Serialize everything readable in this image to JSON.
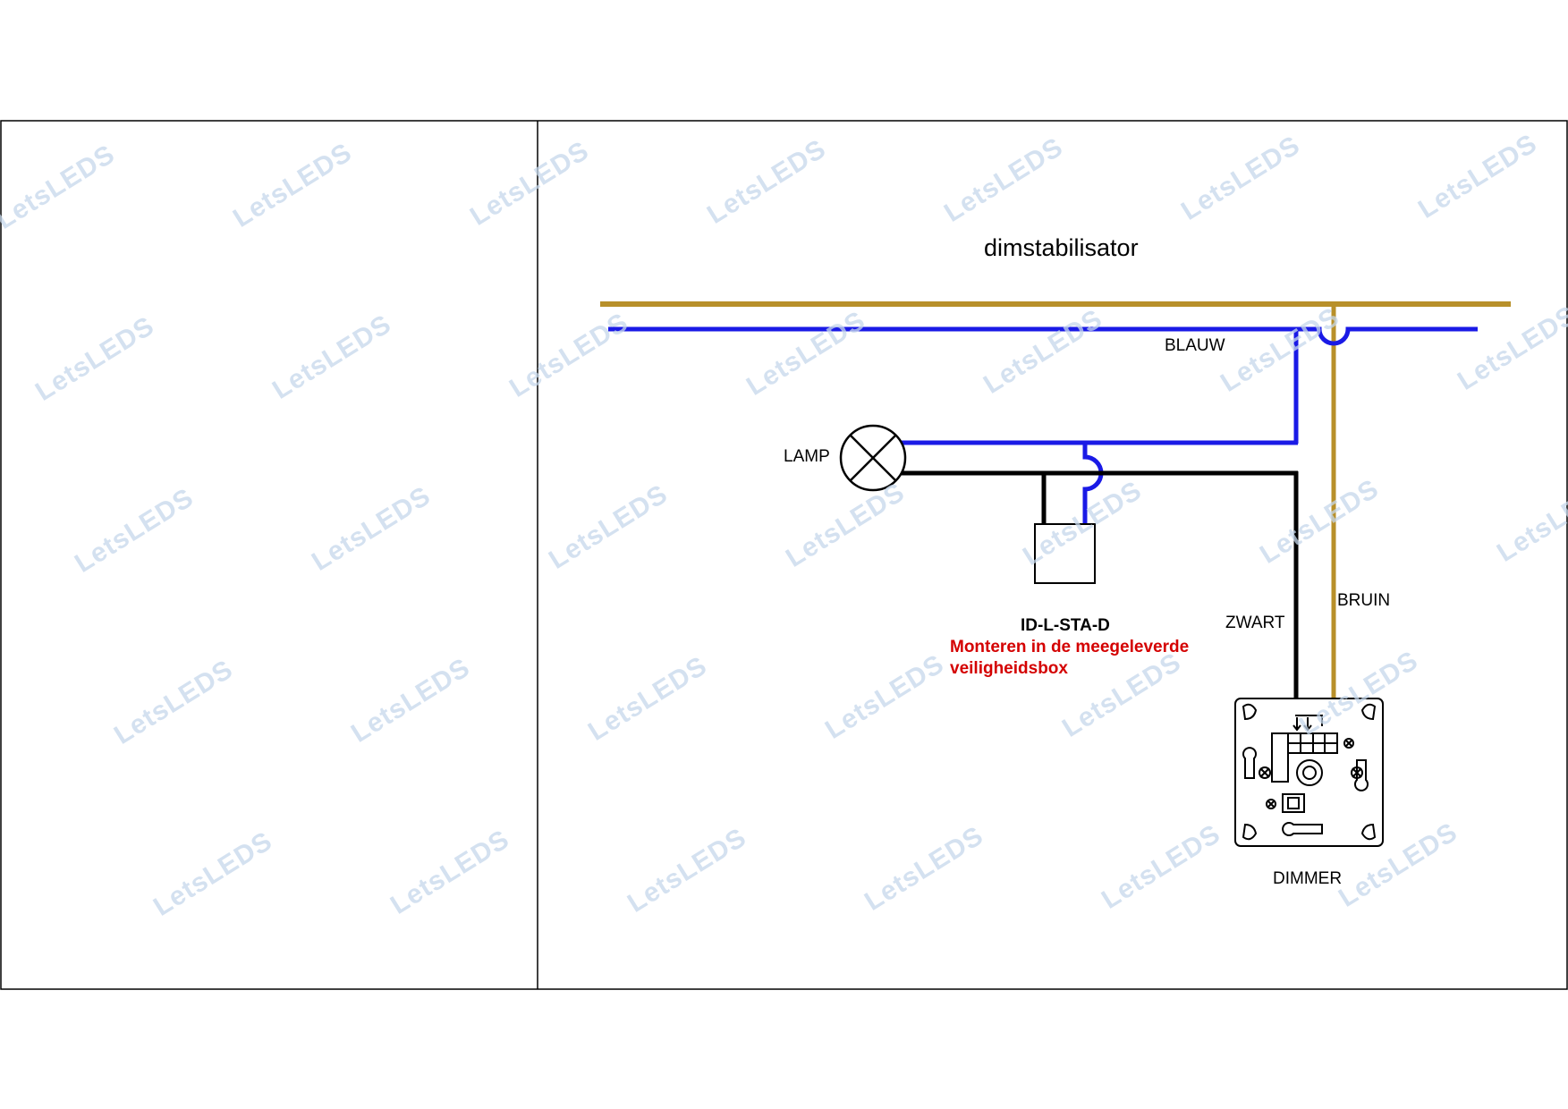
{
  "title": "dimstabilisator",
  "labels": {
    "blauw": "BLAUW",
    "lamp": "LAMP",
    "zwart": "ZWART",
    "bruin": "BRUIN",
    "dimmer": "DIMMER",
    "device": "ID-L-STA-D",
    "note_line1": "Monteren in de meegeleverde",
    "note_line2": "veiligheidsbox"
  },
  "watermark": "LetsLEDS",
  "colors": {
    "brown_wire": "#b8902a",
    "blue_wire": "#1a1ae6",
    "black_wire": "#000000",
    "note_text": "#d40000",
    "watermark": "#c6d8ec"
  },
  "icons": [
    "lamp-symbol-icon",
    "dimmer-icon",
    "stabilizer-box-icon"
  ]
}
